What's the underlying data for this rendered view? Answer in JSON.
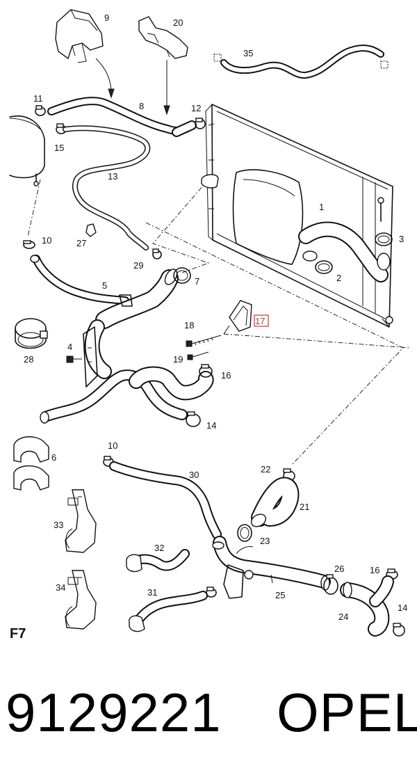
{
  "diagram": {
    "page_code": "F7",
    "highlighted_label": "17",
    "labels": {
      "l1": "1",
      "l2": "2",
      "l3": "3",
      "l4": "4",
      "l5": "5",
      "l6": "6",
      "l7": "7",
      "l8": "8",
      "l9": "9",
      "l10a": "10",
      "l10b": "10",
      "l11": "11",
      "l12": "12",
      "l13": "13",
      "l14a": "14",
      "l14b": "14",
      "l15": "15",
      "l16a": "16",
      "l16b": "16",
      "l17": "17",
      "l18": "18",
      "l19": "19",
      "l20": "20",
      "l21": "21",
      "l22": "22",
      "l23": "23",
      "l24": "24",
      "l25": "25",
      "l26": "26",
      "l27": "27",
      "l28": "28",
      "l29": "29",
      "l30": "30",
      "l31": "31",
      "l32": "32",
      "l33": "33",
      "l34": "34",
      "l35": "35"
    }
  },
  "footer": {
    "part_number": "9129221",
    "brand": "OPEL"
  }
}
